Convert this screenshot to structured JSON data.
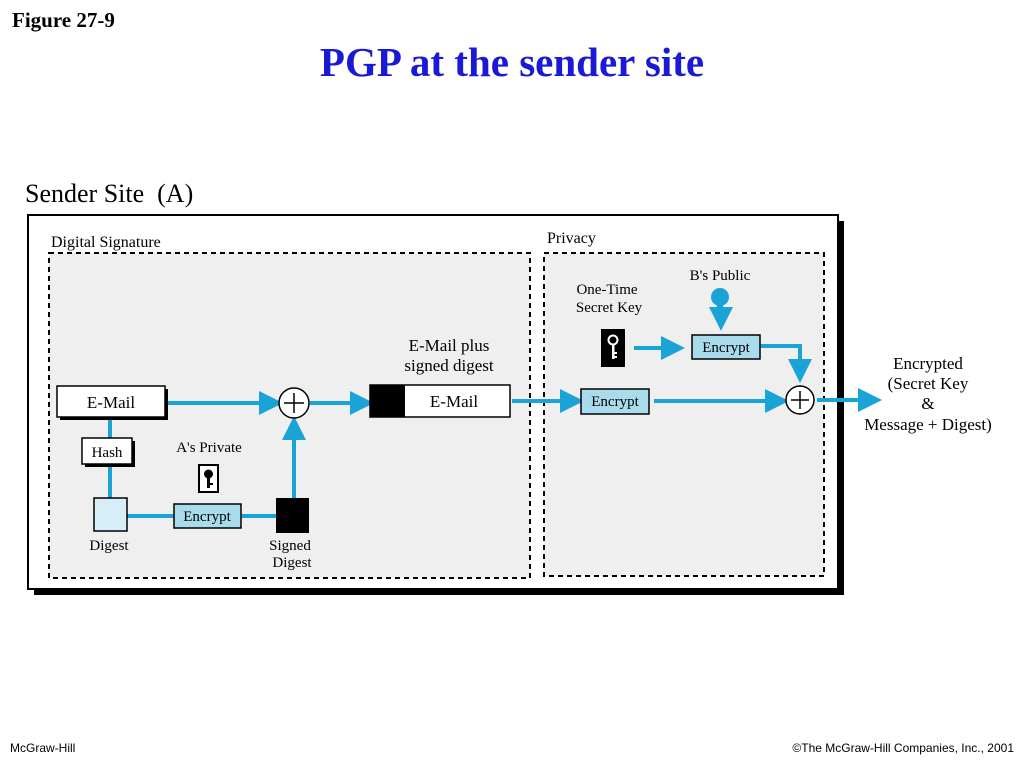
{
  "header": {
    "figure_label": "Figure 27-9",
    "title": "PGP at the sender site"
  },
  "diagram": {
    "site_label": "Sender Site  (A)",
    "signature_section": {
      "label": "Digital Signature",
      "email_box": "E-Mail",
      "hash_box": "Hash",
      "private_key_label": "A's Private",
      "encrypt_box": "Encrypt",
      "digest_label": "Digest",
      "signed_digest_label": [
        "Signed",
        "Digest"
      ]
    },
    "combined": {
      "label": [
        "E-Mail plus",
        "signed digest"
      ],
      "email_box": "E-Mail"
    },
    "privacy_section": {
      "label": "Privacy",
      "secret_key_label": [
        "One-Time",
        "Secret Key"
      ],
      "public_key_label": "B's Public",
      "encrypt_key_box": "Encrypt",
      "encrypt_message_box": "Encrypt"
    },
    "output_label": [
      "Encrypted",
      "(Secret Key",
      "&",
      "Message + Digest)"
    ],
    "colors": {
      "arrow": "#1aa3d6",
      "section_fill": "#efefef",
      "encrypt_fill": "#a8dcec",
      "digest_fill": "#d6eef7",
      "key_public": "#1aa3d6",
      "title": "#1a1ad6"
    }
  },
  "footer": {
    "publisher": "McGraw-Hill",
    "copyright": "©The McGraw-Hill Companies, Inc., 2001"
  }
}
